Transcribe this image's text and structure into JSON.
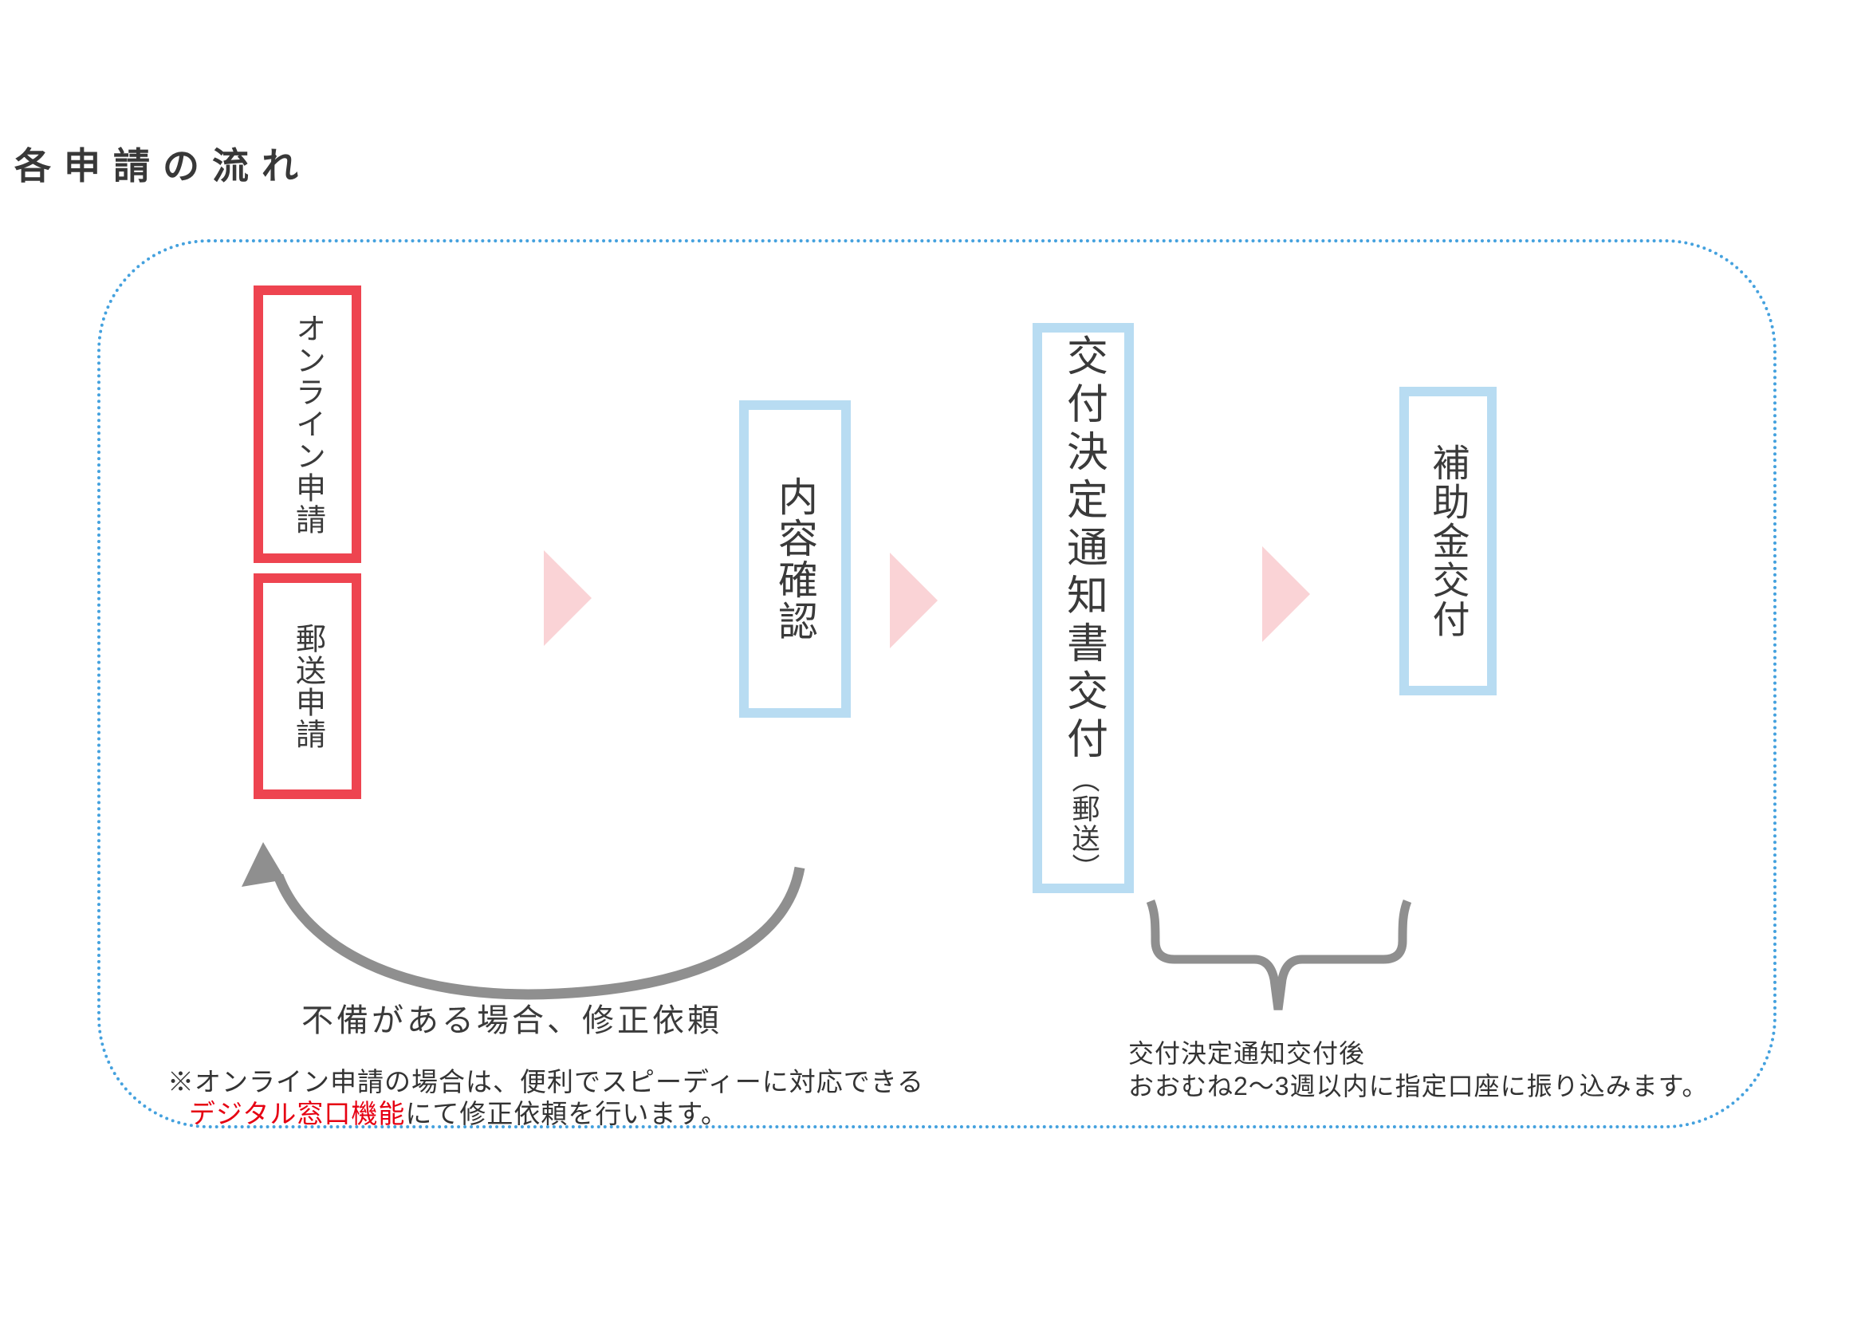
{
  "title": "各申請の流れ",
  "flow": {
    "start_boxes": [
      {
        "label": "オンライン申請"
      },
      {
        "label": "郵送申請"
      }
    ],
    "steps": [
      {
        "label": "内容確認"
      },
      {
        "label": "交付決定通知書交付",
        "suffix": "（郵送）"
      },
      {
        "label": "補助金交付"
      }
    ]
  },
  "loop_note": "不備がある場合、修正依頼",
  "footnote": {
    "line1": "※オンライン申請の場合は、便利でスピーディーに対応できる",
    "line2_red": "デジタル窓口機能",
    "line2_rest": "にて修正依頼を行います。"
  },
  "bracket_note": {
    "line1": "交付決定通知交付後",
    "line2": "おおむね2～3週以内に指定口座に振り込みます。"
  },
  "colors": {
    "frame_dashed_blue": "#44a1de",
    "start_box_red": "#ee4450",
    "step_box_blue": "#b8dcf2",
    "arrow_pink": "#fad3d6",
    "loop_gray": "#8f8f8f",
    "note_red": "#e60012",
    "text_dark": "#3a3a3a"
  }
}
